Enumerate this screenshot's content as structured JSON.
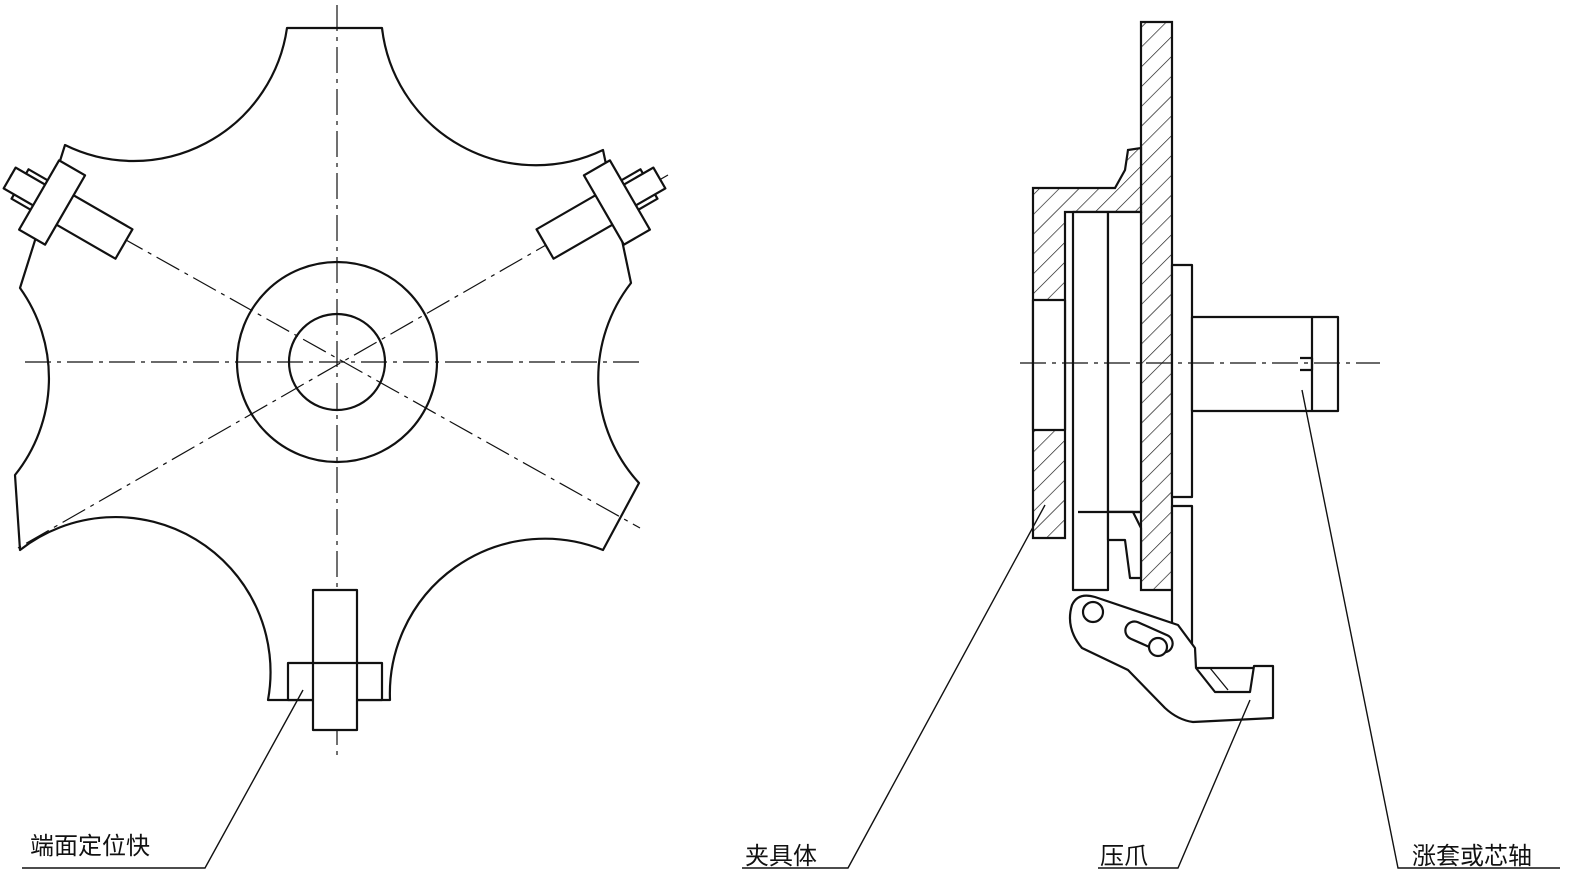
{
  "labels": {
    "end_locating_block": "端面定位快",
    "fixture_body": "夹具体",
    "clamp_claw": "压爪",
    "expansion_sleeve_or_mandrel": "涨套或芯轴"
  }
}
